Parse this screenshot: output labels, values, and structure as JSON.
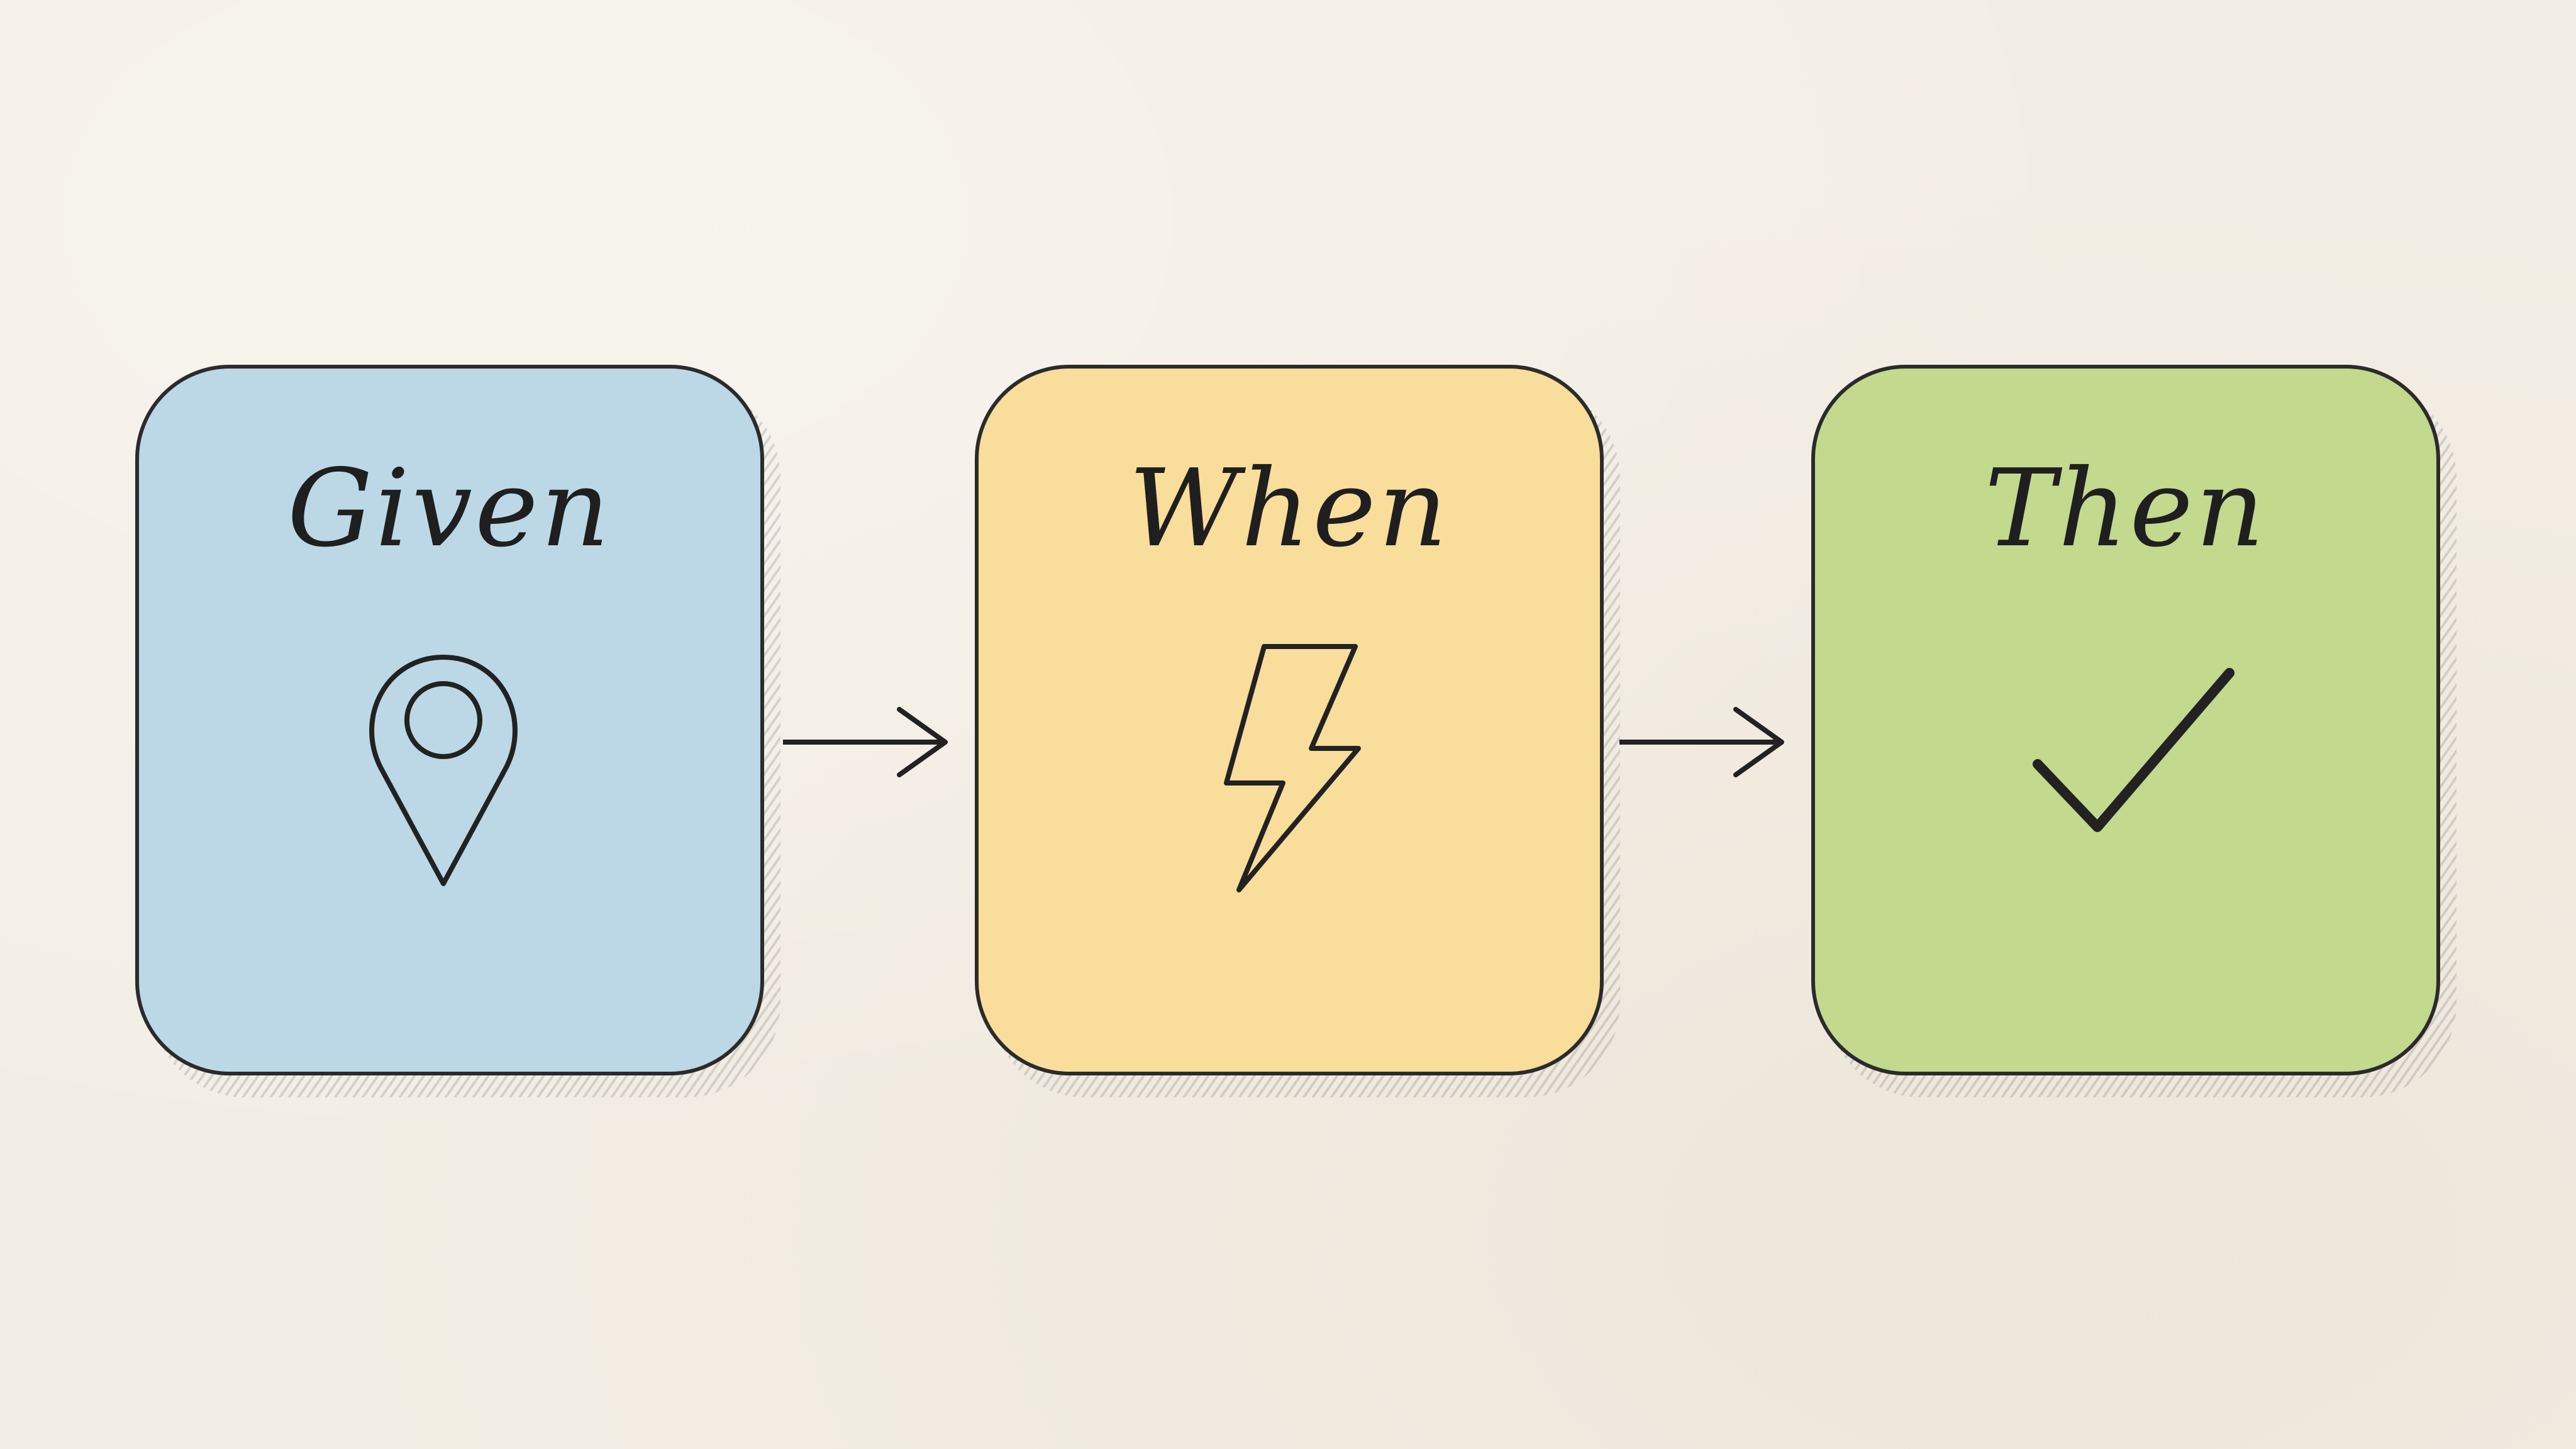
{
  "steps": [
    {
      "label": "Given",
      "icon": "location-pin-icon",
      "color": "#bcd8e6"
    },
    {
      "label": "When",
      "icon": "lightning-bolt-icon",
      "color": "#f8dd9b"
    },
    {
      "label": "Then",
      "icon": "checkmark-icon",
      "color": "#c2d98e"
    }
  ],
  "connectors": [
    "arrow-right-icon",
    "arrow-right-icon"
  ]
}
